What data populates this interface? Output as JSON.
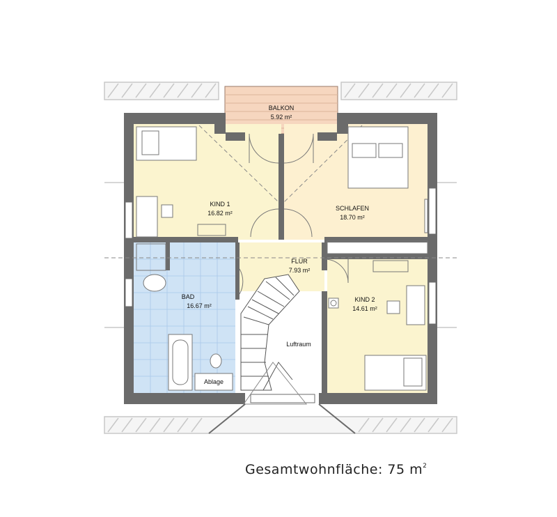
{
  "rooms": {
    "balkon": {
      "name": "BALKON",
      "area": "5.92 m²"
    },
    "kind1": {
      "name": "KIND 1",
      "area": "16.82 m²"
    },
    "schlafen": {
      "name": "SCHLAFEN",
      "area": "18.70 m²"
    },
    "flur": {
      "name": "FLUR",
      "area": "7.93 m²"
    },
    "bad": {
      "name": "BAD",
      "area": "16.67 m²"
    },
    "kind2": {
      "name": "KIND 2",
      "area": "14.61 m²"
    },
    "luftraum": {
      "name": "Luftraum"
    },
    "ablage": {
      "name": "Ablage"
    }
  },
  "summary": {
    "label": "Gesamtwohnfläche:",
    "value": "75",
    "unit": "m",
    "unit_exp": "2"
  },
  "colors": {
    "wall": "#6b6b6b",
    "kind_yellow": "#fbf4cf",
    "schlafen_yellow": "#fdf0d0",
    "bad_blue": "#cfe3f5",
    "balkon_peach": "#f6d6bf",
    "roof_line": "#bdbdbd"
  }
}
